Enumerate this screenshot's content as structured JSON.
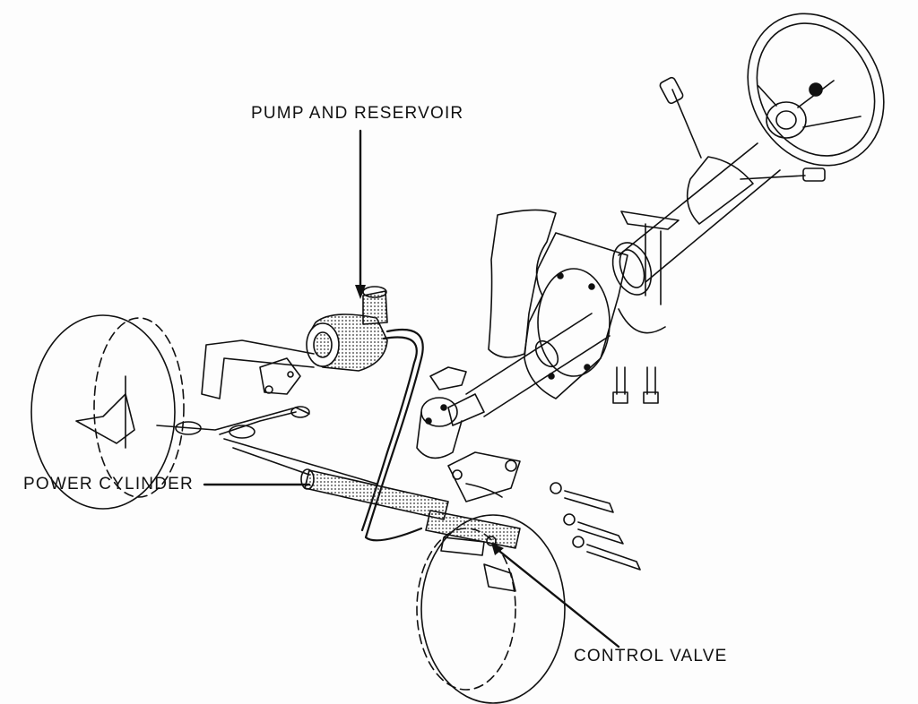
{
  "labels": {
    "pump_and_reservoir": "PUMP AND RESERVOIR",
    "power_cylinder": "POWER CYLINDER",
    "control_valve": "CONTROL VALVE"
  },
  "colors": {
    "ink": "#111111",
    "paper": "#fdfdfd",
    "stipple": "#555555"
  }
}
